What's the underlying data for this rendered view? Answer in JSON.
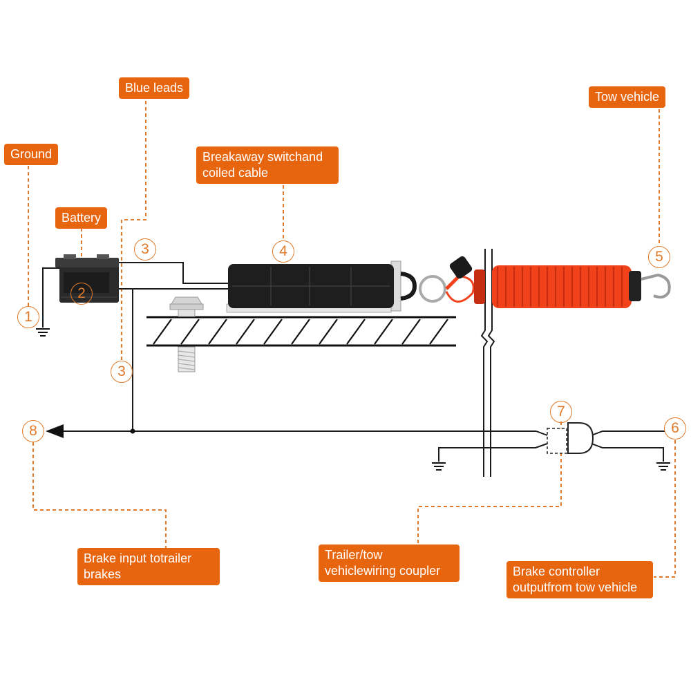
{
  "labels": {
    "ground": "Ground",
    "battery": "Battery",
    "blue_leads": "Blue leads",
    "breakaway_line1": "Breakaway switchand",
    "breakaway_line2": "coiled cable",
    "tow_vehicle": "Tow vehicle",
    "brake_input_line1": "Brake input totrailer",
    "brake_input_line2": "brakes",
    "coupler_line1": "Trailer/tow",
    "coupler_line2": "vehiclewiring coupler",
    "controller_line1": "Brake controller",
    "controller_line2": "outputfrom tow vehicle"
  },
  "markers": {
    "m1": "1",
    "m2": "2",
    "m3a": "3",
    "m3b": "3",
    "m4": "4",
    "m5": "5",
    "m6": "6",
    "m7": "7",
    "m8": "8"
  },
  "colors": {
    "accent": "#e8650f",
    "cable": "#f2421c",
    "wire": "#1a1a1a"
  }
}
